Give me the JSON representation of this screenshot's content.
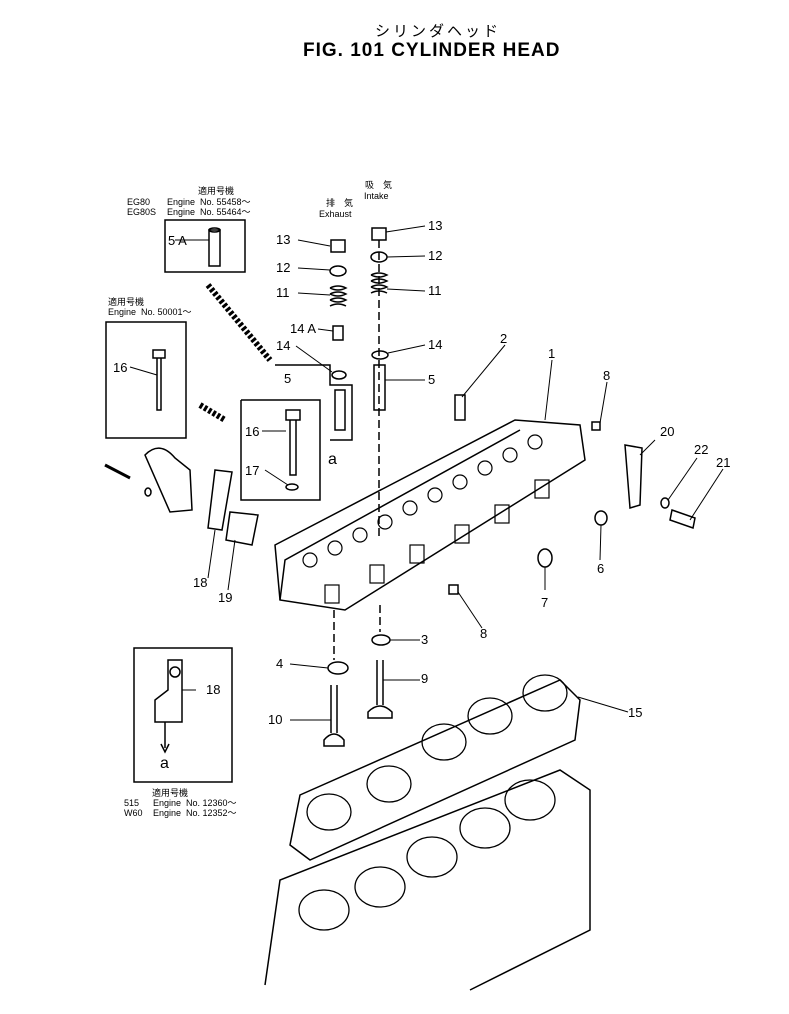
{
  "header": {
    "title_jp": "シリンダヘッド",
    "title": "FIG. 101  CYLINDER HEAD"
  },
  "inset_top": {
    "applicable": "適用号機",
    "models": "EG80\nEG80S",
    "engines": "Engine  No. 55458～\nEngine  No. 55464～",
    "part": "5 A"
  },
  "inset_left": {
    "applicable": "適用号機",
    "engine": "Engine  No. 50001～",
    "part": "16"
  },
  "inset_bottom": {
    "applicable": "適用号機",
    "models": "515\nW60",
    "engines": "Engine  No. 12360～\nEngine  No. 12352～",
    "part": "18",
    "arrow_label": "a"
  },
  "valve_labels": {
    "exhaust_jp": "排　気",
    "exhaust": "Exhaust",
    "intake_jp": "吸　気",
    "intake": "Intake"
  },
  "callouts": {
    "c13a": "13",
    "c12a": "12",
    "c11a": "11",
    "c14a_a": "14 A",
    "c14a": "14",
    "c13b": "13",
    "c12b": "12",
    "c11b": "11",
    "c14b": "14",
    "c5b": "5",
    "c5a": "5",
    "c16": "16",
    "c17": "17",
    "c_a": "a",
    "c2": "2",
    "c1": "1",
    "c8a": "8",
    "c20": "20",
    "c22": "22",
    "c21": "21",
    "c6": "6",
    "c7": "7",
    "c8b": "8",
    "c3": "3",
    "c4": "4",
    "c9": "9",
    "c10": "10",
    "c15": "15",
    "c18": "18",
    "c19": "19"
  }
}
